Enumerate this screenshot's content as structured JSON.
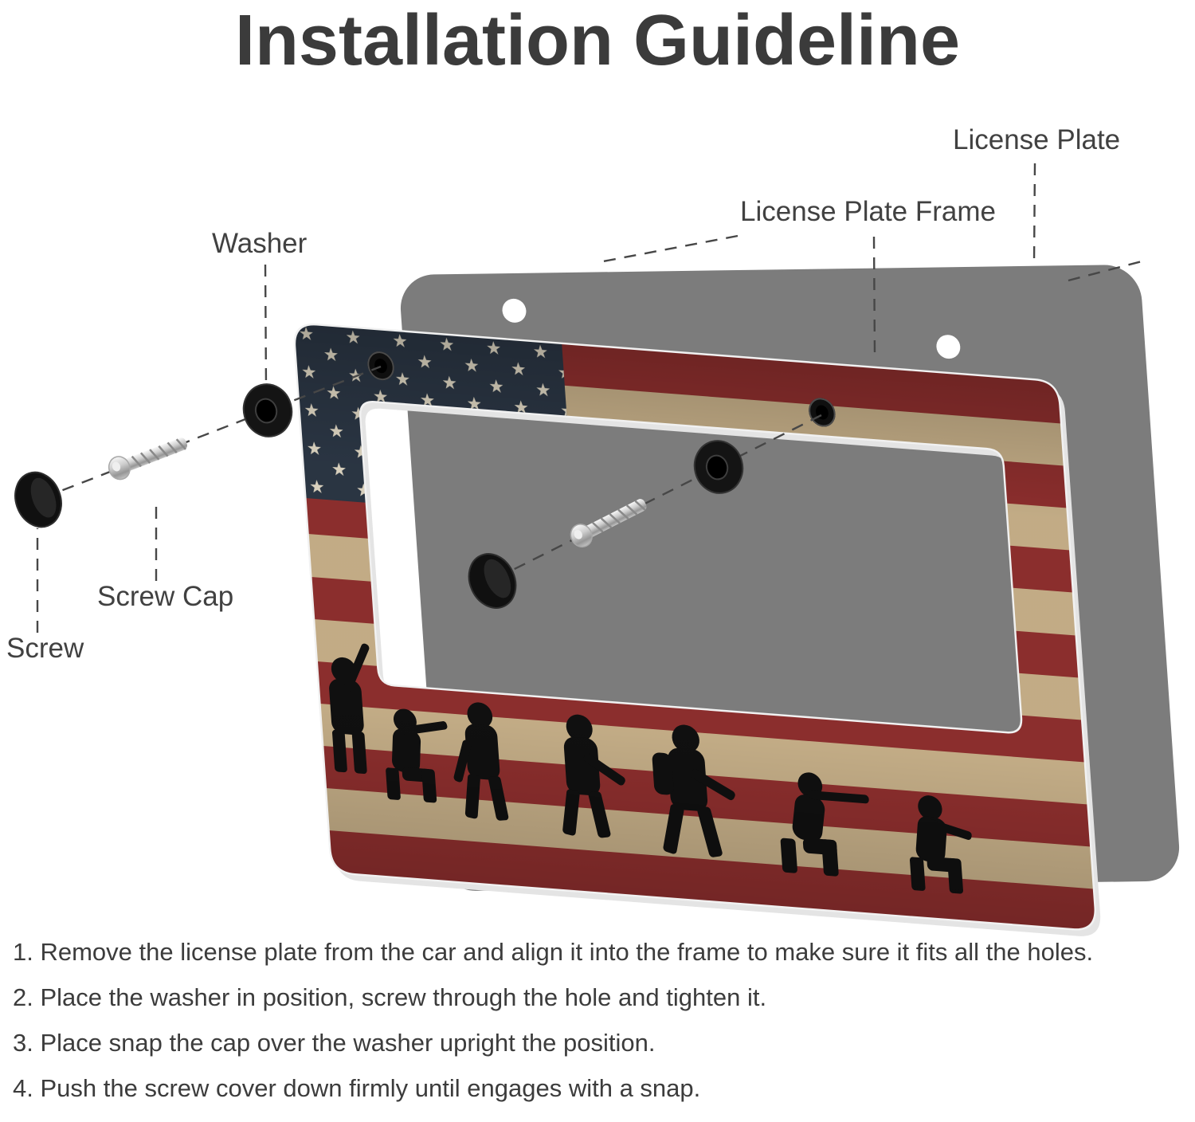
{
  "title": "Installation Guideline",
  "labels": {
    "washer": "Washer",
    "screw_cap": "Screw Cap",
    "screw": "Screw",
    "license_plate_frame": "License Plate Frame",
    "license_plate": "License Plate"
  },
  "instructions": {
    "steps": [
      "1. Remove the license plate from the car and align it into the frame to make sure it fits all the holes.",
      "2. Place the washer in position, screw through the hole and tighten it.",
      "3. Place snap the cap over the washer upright the position.",
      "4. Push the screw cover down firmly until engages with a snap."
    ]
  },
  "diagram": {
    "parts": [
      "screw cap",
      "screw",
      "washer",
      "license plate frame",
      "license plate"
    ],
    "frame_theme": "vintage american flag with soldier silhouettes",
    "hardware_sets": 2,
    "plate_holes": 2,
    "frame_holes": 2
  },
  "colors": {
    "title-color": "#3b3b3b",
    "label-color": "#414141",
    "text-color": "#3c3c3c",
    "plate-gray": "#7c7c7c",
    "flag-red": "#8f2f2e",
    "flag-cream": "#c7b089",
    "flag-navy": "#2b3644",
    "star-cream": "#ded6c2",
    "silhouette-black": "#101010",
    "leader-color": "#474747",
    "frame-edge": "#ededed",
    "hardware-black": "#131313"
  }
}
